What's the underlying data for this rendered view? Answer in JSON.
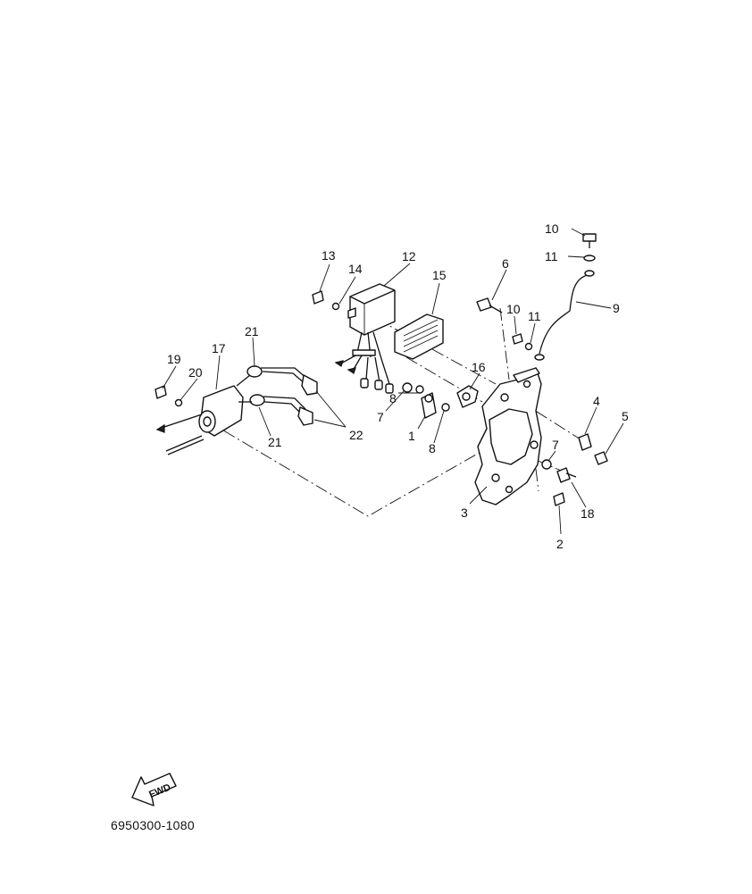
{
  "diagram": {
    "callouts": [
      "1",
      "2",
      "3",
      "4",
      "5",
      "6",
      "7",
      "7",
      "8",
      "8",
      "9",
      "10",
      "10",
      "11",
      "11",
      "12",
      "13",
      "14",
      "15",
      "16",
      "17",
      "18",
      "19",
      "20",
      "21",
      "21",
      "22"
    ],
    "fwd_label": "FWD",
    "drawing_code": "6950300-1080"
  }
}
